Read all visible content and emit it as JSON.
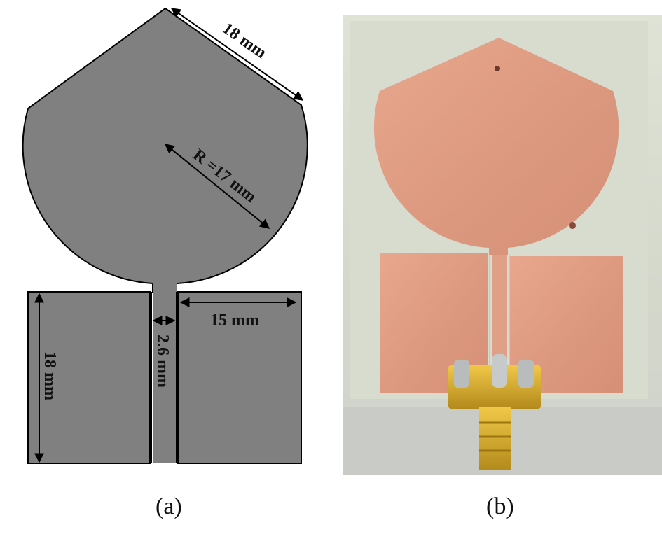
{
  "panel_a": {
    "dimensions": {
      "top_edge": "18 mm",
      "radius": "R =17 mm",
      "ground_width": "15 mm",
      "feed_width": "2.6 mm",
      "ground_height": "18 mm"
    },
    "colors": {
      "metal_fill": "#808080",
      "outline": "#000000"
    }
  },
  "panel_b": {
    "colors": {
      "substrate": "#d9ddd1",
      "copper": "#e2a088",
      "connector": "#d4a72a"
    }
  },
  "captions": {
    "a": "(a)",
    "b": "(b)"
  }
}
